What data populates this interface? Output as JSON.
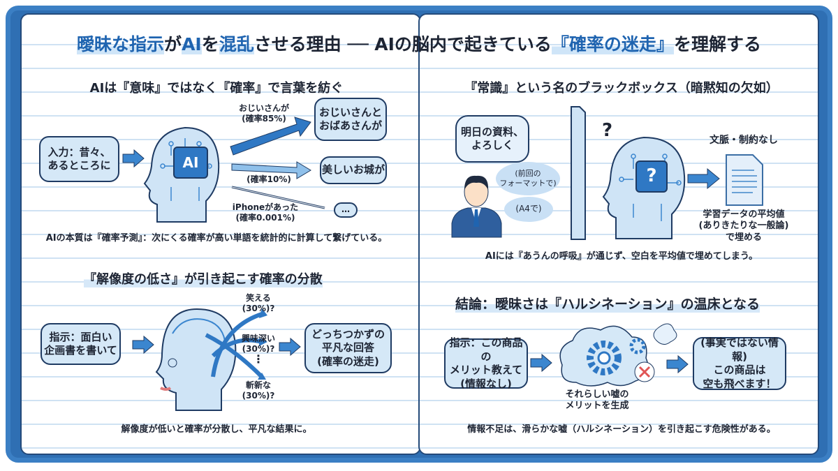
{
  "title": {
    "p1": "曖昧な指示",
    "p2": "が",
    "p3": "AI",
    "p4": "を",
    "p5": "混乱",
    "p6": "させる理由 ── AIの脳内で起きている",
    "p7": "『確率の迷走』",
    "p8": "を理解する"
  },
  "section1": {
    "heading": "AIは『意味』ではなく『確率』で言葉を紡ぐ",
    "input": "入力：昔々、\nあるところに",
    "chip": "AI",
    "branches": [
      {
        "label": "おじいさんが\n(確率85%)",
        "result": "おじいさんと\nおばあさんが"
      },
      {
        "label": "(確率10%)",
        "result": "美しいお城が"
      },
      {
        "label": "iPhoneがあった\n(確率0.001%)",
        "result": "…"
      }
    ],
    "caption": "AIの本質は『確率予測』：次にくる確率が高い単語を統計的に計算して繋げている。"
  },
  "section2": {
    "heading": "『常識』という名のブラックボックス（暗黙知の欠如）",
    "speech": "明日の資料、\nよろしく",
    "thought1": "(前回の\nフォーマットで)",
    "thought2": "(A4で)",
    "question": "?",
    "chip": "?",
    "doc_label": "文脈・制約なし",
    "doc_result": "学習データの平均値\n(ありきたりな一般論)\nで埋める",
    "caption": "AIには『あうんの呼吸』が通じず、空白を平均値で埋めてしまう。"
  },
  "section3": {
    "heading": "『解像度の低さ』が引き起こす確率の分散",
    "input": "指示：面白い\n企画書を書いて",
    "options": [
      "笑える\n(30%)?",
      "興味深い\n(30%)?",
      "斬新な\n(30%)?"
    ],
    "dots": "⋮",
    "result": "どっちつかずの\n平凡な回答\n(確率の迷走)",
    "caption": "解像度が低いと確率が分散し、平凡な結果に。"
  },
  "section4": {
    "heading": "結論：曖昧さは『ハルシネーション』の温床となる",
    "input": "指示：この商品の\nメリット教えて\n(情報なし)",
    "process": "それらしい嘘の\nメリットを生成",
    "result": "(事実ではない情報)\nこの商品は\n空も飛べます！",
    "caption": "情報不足は、滑らかな嘘（ハルシネーション）を引き起こす危険性がある。"
  },
  "colors": {
    "accent": "#1f64b0",
    "box": "#d5e8f7",
    "frame": "#3b7fc4"
  }
}
